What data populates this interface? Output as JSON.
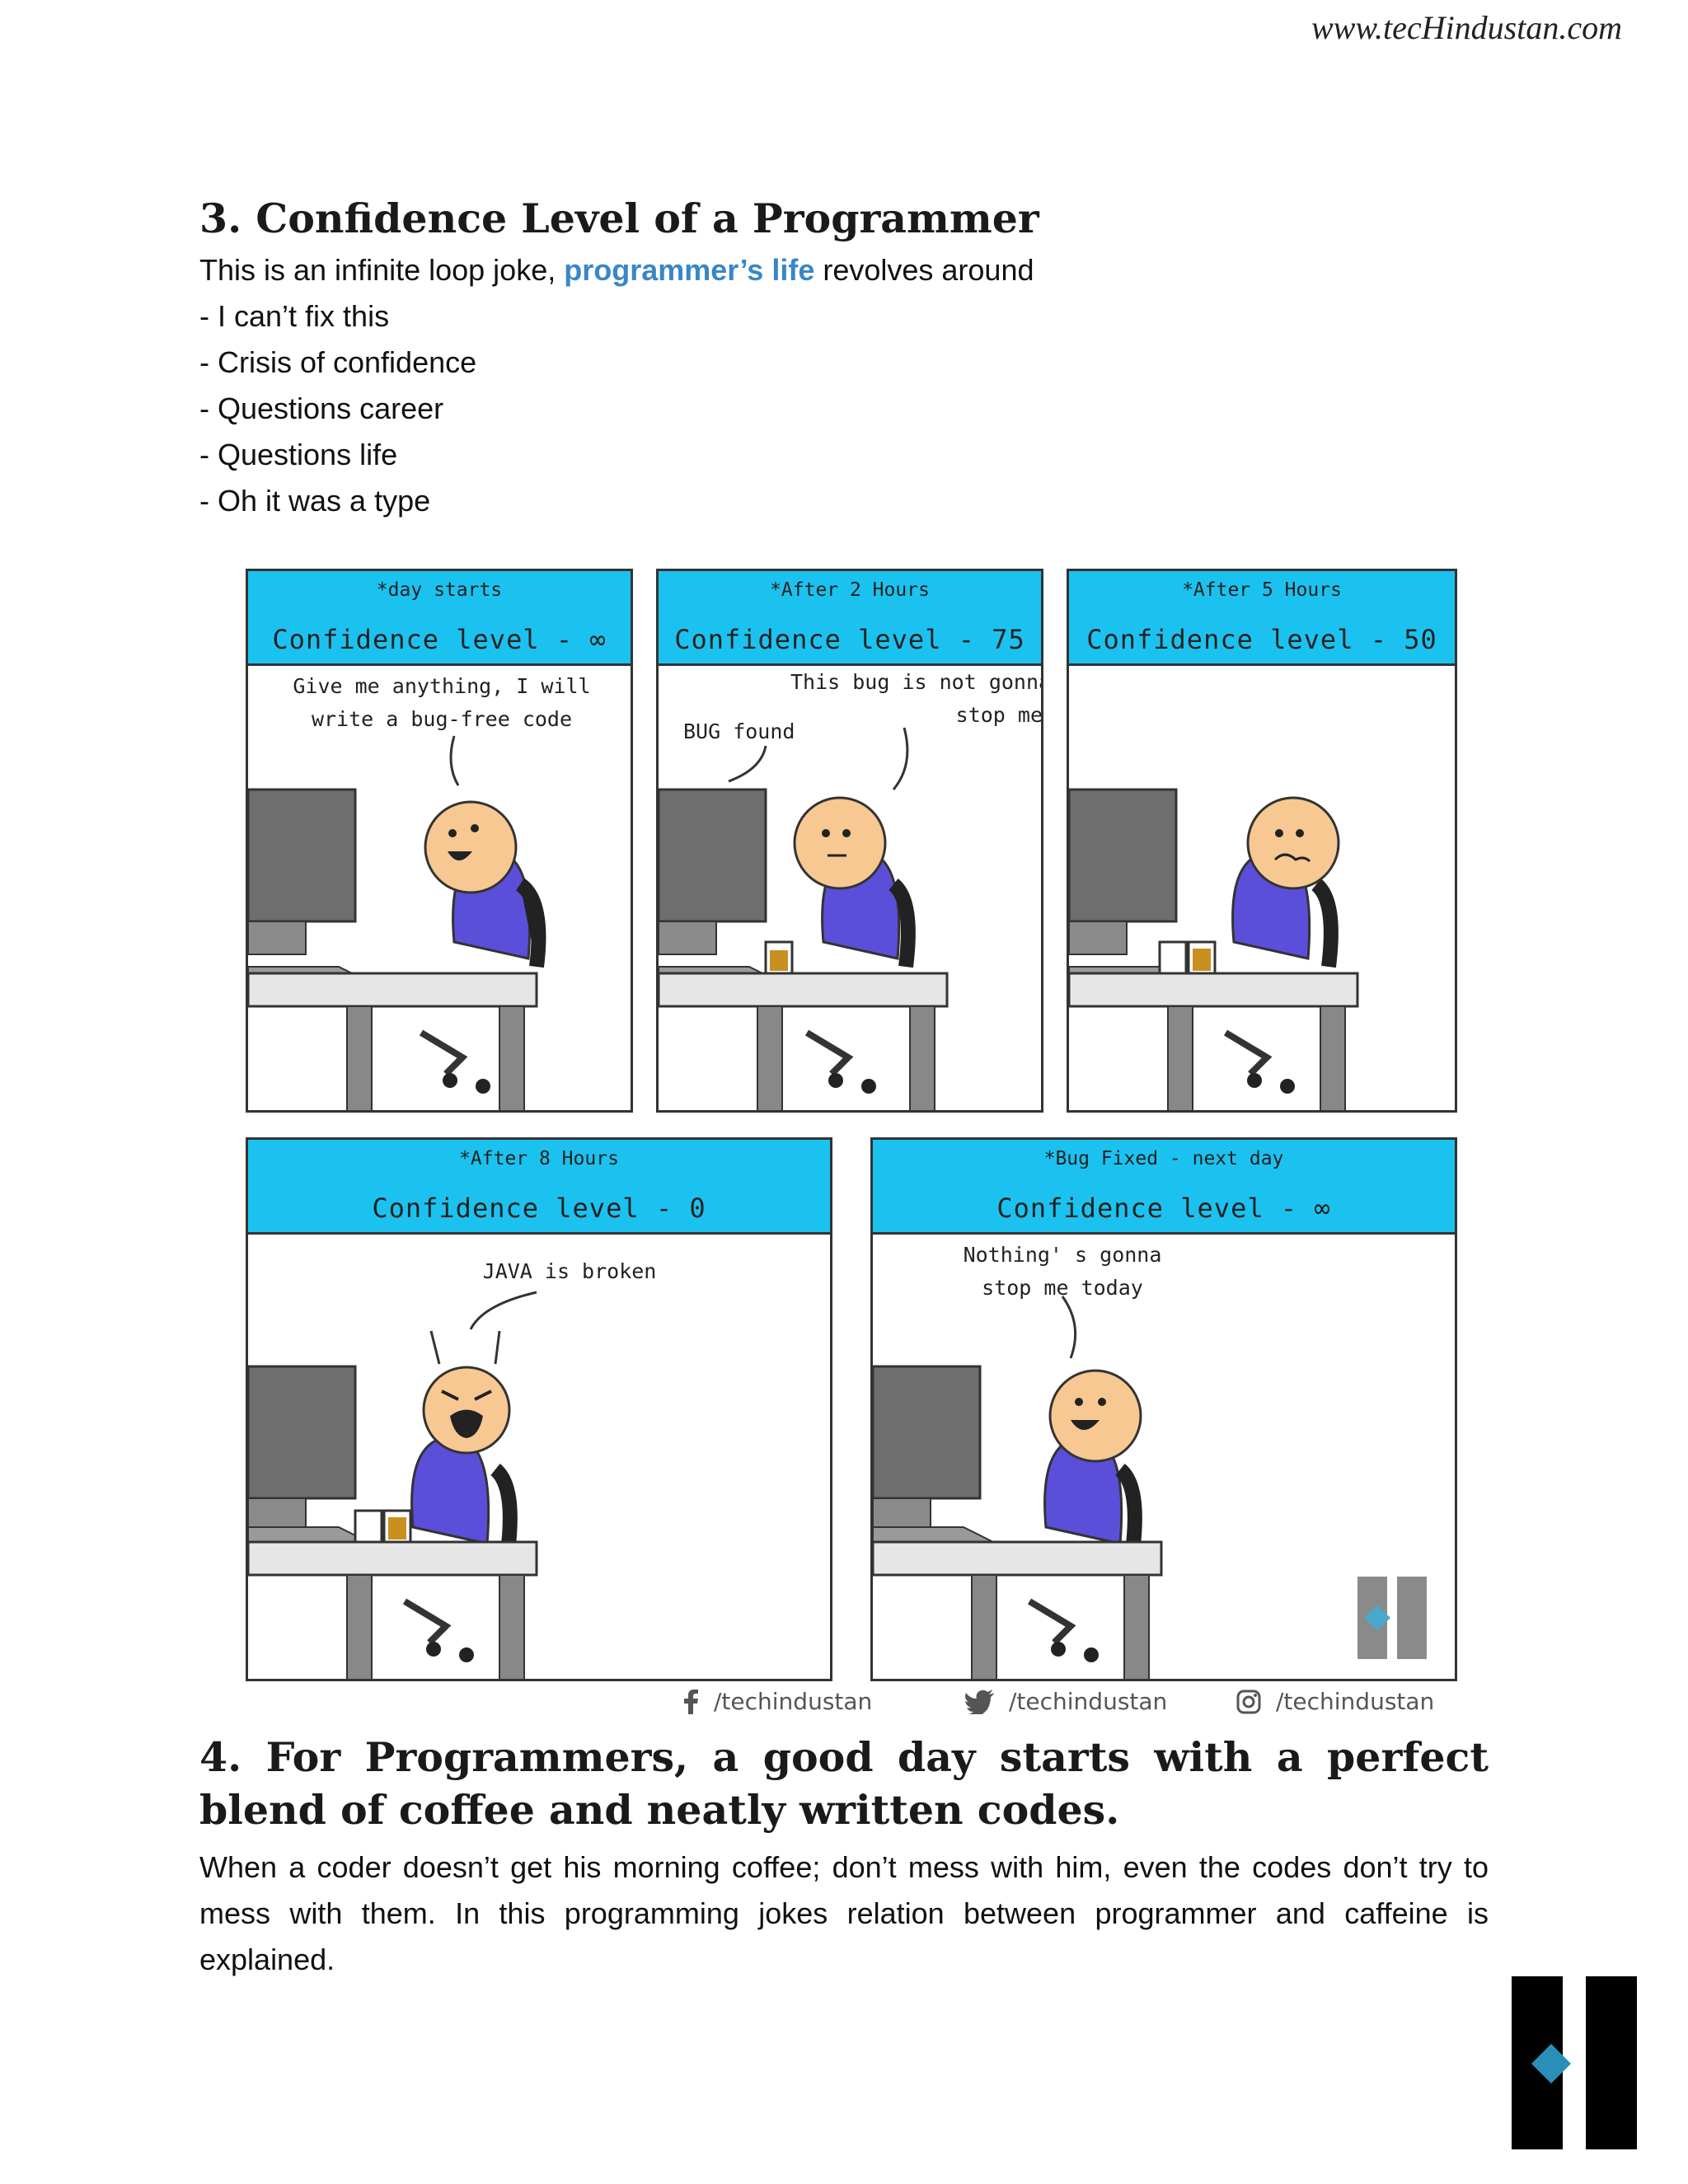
{
  "header": {
    "site_url": "www.tecHindustan.com"
  },
  "section3": {
    "title": "3. Confidence Level of a Programmer",
    "intro_before": "This is an infinite loop joke, ",
    "intro_link": "programmer’s life",
    "intro_after": " revolves around",
    "items": [
      "- I can’t fix this",
      "- Crisis of confidence",
      "- Questions career",
      "- Questions life",
      "- Oh it was a type"
    ]
  },
  "comic": {
    "panels": [
      {
        "time": "*day starts",
        "confidence": "Confidence level - ∞",
        "speech": "Give me anything, I will\nwrite a bug-free code"
      },
      {
        "time": "*After 2 Hours",
        "confidence": "Confidence level - 75",
        "speech": "This bug is not gonna\nstop me",
        "speech2": "BUG found"
      },
      {
        "time": "*After 5 Hours",
        "confidence": "Confidence level - 50",
        "speech": ""
      },
      {
        "time": "*After 8 Hours",
        "confidence": "Confidence level - 0",
        "speech": "JAVA is broken"
      },
      {
        "time": "*Bug Fixed - next day",
        "confidence": "Confidence level - ∞",
        "speech": "Nothing' s gonna\nstop me today"
      }
    ],
    "social": {
      "facebook": "/techindustan",
      "twitter": "/techindustan",
      "instagram": "/techindustan"
    }
  },
  "section4": {
    "title": "4. For Programmers, a good day starts with a perfect blend of coffee and neatly written codes.",
    "body": "When a coder doesn’t get his morning coffee; don’t mess with him, even the codes don’t try to mess with them. In this programming jokes relation between programmer and caffeine is explained."
  },
  "colors": {
    "panel_header": "#1cc2ef",
    "character_body": "#5b4fd9",
    "character_face": "#f7c891",
    "link": "#3a86c8",
    "logo_accent": "#2a8fb8"
  }
}
